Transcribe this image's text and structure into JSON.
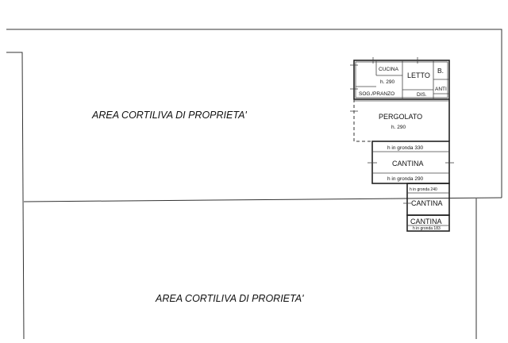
{
  "areas": {
    "upper": "AREA CORTILIVA DI PROPRIETA'",
    "lower": "AREA CORTILIVA DI PRORIETA'"
  },
  "rooms": {
    "cucina": "CUCINA",
    "h290": "h. 290",
    "letto": "LETTO",
    "bagno": "B.",
    "anti": "ANTI",
    "soggiorno": "SOG./PRANZO",
    "dis": "DIS.",
    "pergolato": "PERGOLATO",
    "pergolato_h": "h. 290",
    "cantina1": "CANTINA",
    "cantina1_top": "h in gronda 330",
    "cantina1_bottom": "h in gronda 290",
    "cantina2": "CANTINA",
    "cantina2_top": "h in gronda 240",
    "cantina3": "CANTINA",
    "cantina3_bottom": "h in gronda 183"
  }
}
